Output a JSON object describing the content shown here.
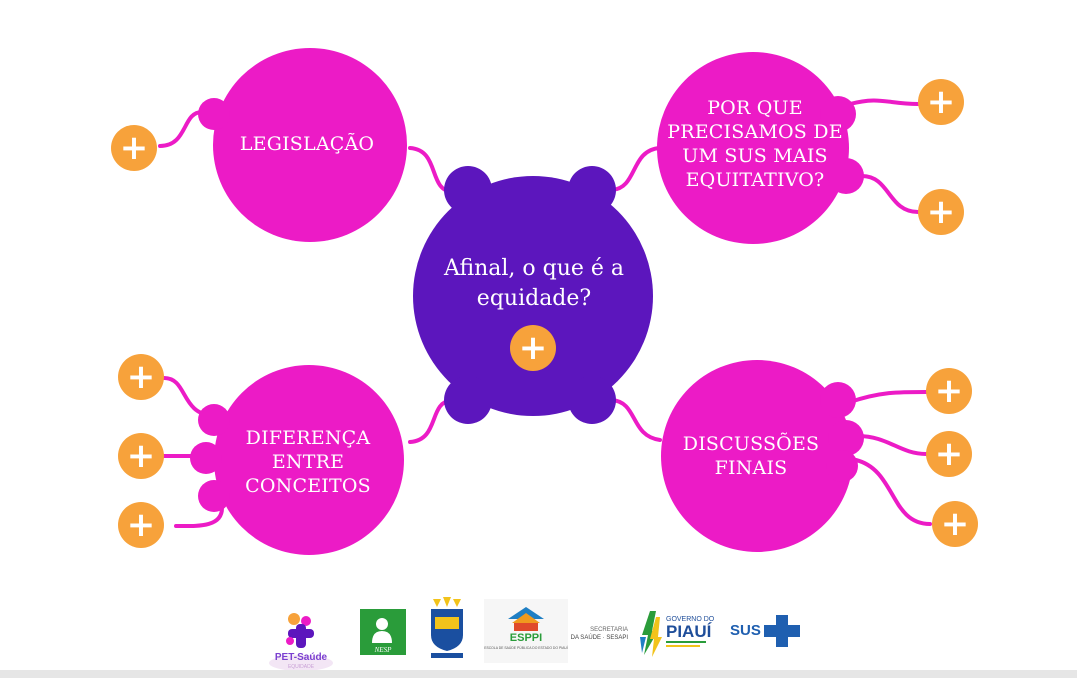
{
  "colors": {
    "center": "#5c16bd",
    "satellite": "#ec1bc6",
    "branch": "#ec1bc6",
    "plus": "#f7a23b"
  },
  "center": {
    "text": "Afinal, o que é a equidade?"
  },
  "nodes": [
    {
      "id": "legislacao",
      "text": "LEGISLAÇÃO",
      "plus_count": 1
    },
    {
      "id": "por-que",
      "text": "POR QUE PRECISAMOS DE UM SUS MAIS EQUITATIVO?",
      "plus_count": 2
    },
    {
      "id": "diferenca",
      "text": "DIFERENÇA ENTRE CONCEITOS",
      "plus_count": 3
    },
    {
      "id": "discussoes",
      "text": "DISCUSSÕES FINAIS",
      "plus_count": 3
    }
  ],
  "plus_symbol": "+",
  "logos": {
    "pet_saude": {
      "text": "PET-Saúde",
      "sub": "EQUIDADE"
    },
    "nesp": {
      "text": "NESP"
    },
    "esppi": {
      "text": "ESPPI",
      "sub": "ESCOLA DE SAÚDE PÚBLICA DO ESTADO DO PIAUÍ"
    },
    "secretaria": {
      "line1": "SECRETARIA",
      "line2": "DA SAÚDE · SESAPI"
    },
    "governo": {
      "line1": "GOVERNO DO",
      "line2": "PIAUÍ"
    },
    "sus": {
      "text": "SUS"
    }
  }
}
